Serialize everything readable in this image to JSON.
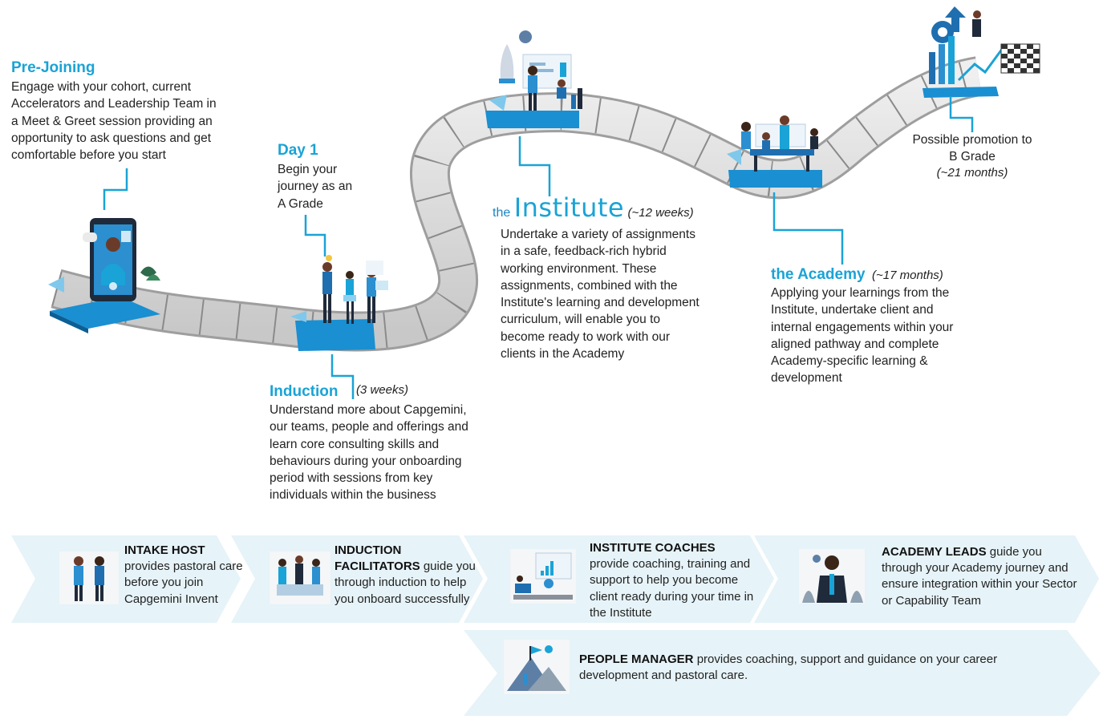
{
  "stages": {
    "prejoining": {
      "title": "Pre-Joining",
      "body": "Engage with your cohort, current\nAccelerators and Leadership Team in\na Meet & Greet session providing an\nopportunity to ask questions and get\ncomfortable before you start"
    },
    "day1": {
      "title": "Day 1",
      "body": "Begin your\njourney as an\nA Grade"
    },
    "induction": {
      "title": "Induction",
      "duration": "(3 weeks)",
      "body": "Understand more about Capgemini,\nour teams, people and offerings and\nlearn core consulting skills  and\nbehaviours during your onboarding\nperiod with sessions from key\nindividuals  within  the business"
    },
    "institute": {
      "logo_the": "the",
      "logo_word": "Institute",
      "duration": "(~12 weeks)",
      "body": "Undertake a variety of assignments\nin a safe, feedback-rich hybrid\nworking environment.  These\nassignments,  combined with  the\nInstitute's learning and development\ncurriculum, will enable you to\nbecome ready to work with  our\nclients in the Academy"
    },
    "academy": {
      "title": "the Academy",
      "duration": "(~17 months)",
      "body": "Applying your learnings  from the\nInstitute,  undertake client  and\ninternal  engagements within  your\naligned  pathway and complete\nAcademy-specific learning &\ndevelopment"
    },
    "promotion": {
      "body": "Possible promotion to\nB Grade",
      "duration": "(~21 months)"
    }
  },
  "roles": [
    {
      "title": "INTAKE HOST",
      "body": "provides pastoral care before you join Capgemini Invent"
    },
    {
      "title": "INDUCTION FACILITATORS",
      "body": "guide you through induction to help you onboard successfully"
    },
    {
      "title": "INSTITUTE COACHES",
      "body": "provide coaching, training and support to help you become client ready during your time in the Institute"
    },
    {
      "title": "ACADEMY  LEADS",
      "body": "guide you through your Academy journey and ensure integration within your Sector or Capability Team"
    },
    {
      "title": "PEOPLE MANAGER",
      "body": "provides coaching, support and guidance on your career development and pastoral care."
    }
  ],
  "colors": {
    "accent": "#1aa3d6",
    "road": "#d9d9d9",
    "road_edge": "#9e9e9e",
    "banner": "#e6f3f8",
    "platform": "#1a8fd1"
  },
  "icons": [
    "phone-video-call-icon",
    "presenters-icon",
    "rocket-analytics-icon",
    "meeting-table-icon",
    "growth-finish-flag-icon",
    "handshake-icon",
    "team-icon",
    "whiteboard-icon",
    "leader-icon",
    "mountain-flag-icon"
  ]
}
